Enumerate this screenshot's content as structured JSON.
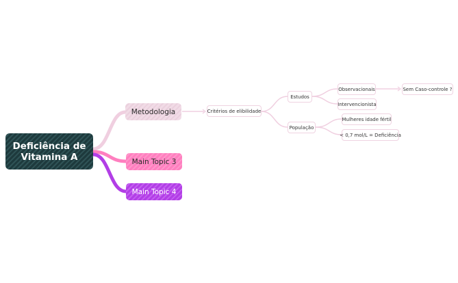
{
  "root": {
    "line1": "Deficiência de",
    "line2": "Vitamina A"
  },
  "topics": [
    {
      "label": "Metodologia"
    },
    {
      "label": "Main Topic 3"
    },
    {
      "label": "Main Topic 4"
    }
  ],
  "subtopics": {
    "criterios": "Critérios de elibilidade",
    "estudos": "Estudos",
    "populacao": "População",
    "observacionais": "Observacionais",
    "intervencionista": "Intervencionista",
    "mulheres": "Mulheres idade fértil",
    "mol": "< 0,7 mol/L = Deficiência",
    "sem_caso": "Sem Caso-controle ?"
  },
  "colors": {
    "root_bg": "#1e3a3d",
    "topic1": "#f1dbe6",
    "topic2": "#ff7fbf",
    "topic3": "#b23ee6",
    "connector": "#f0cfe0"
  }
}
